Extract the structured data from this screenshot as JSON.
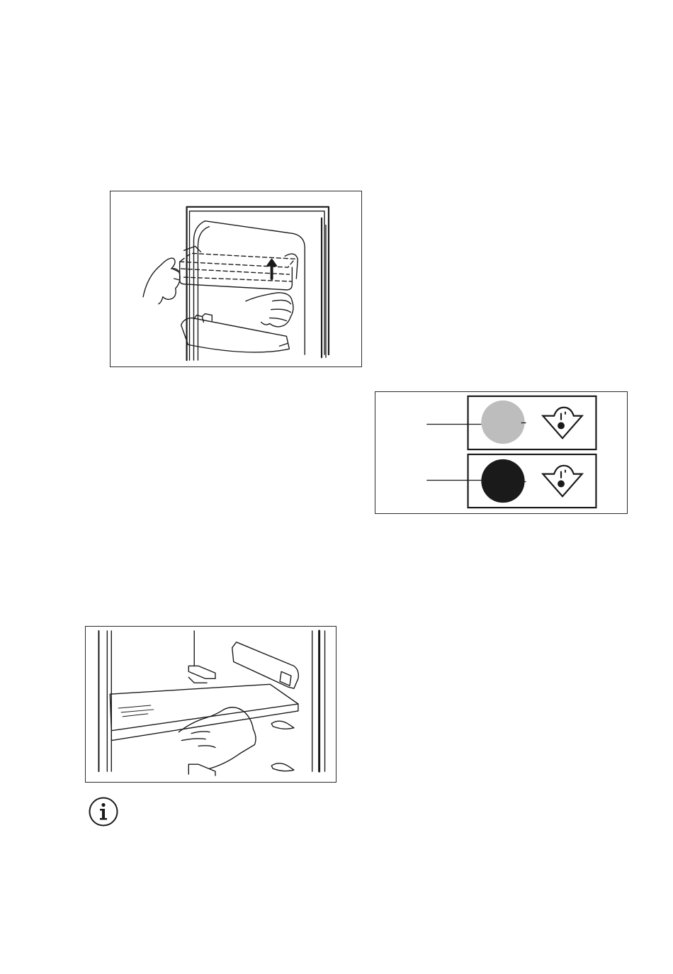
{
  "figures": {
    "door_shelf": {
      "icon": "door-balcony-removal-illustration",
      "arrow": "up-arrow"
    },
    "indicator": {
      "rows": [
        {
          "state": "inactive",
          "indicator_color": "#bdbdbd",
          "symbol": "temperature-warning-icon"
        },
        {
          "state": "active",
          "indicator_color": "#1a1a1a",
          "symbol": "temperature-warning-icon"
        }
      ]
    },
    "glass_shelf": {
      "icon": "glass-shelf-removal-illustration"
    }
  },
  "note": {
    "icon": "info-icon"
  }
}
